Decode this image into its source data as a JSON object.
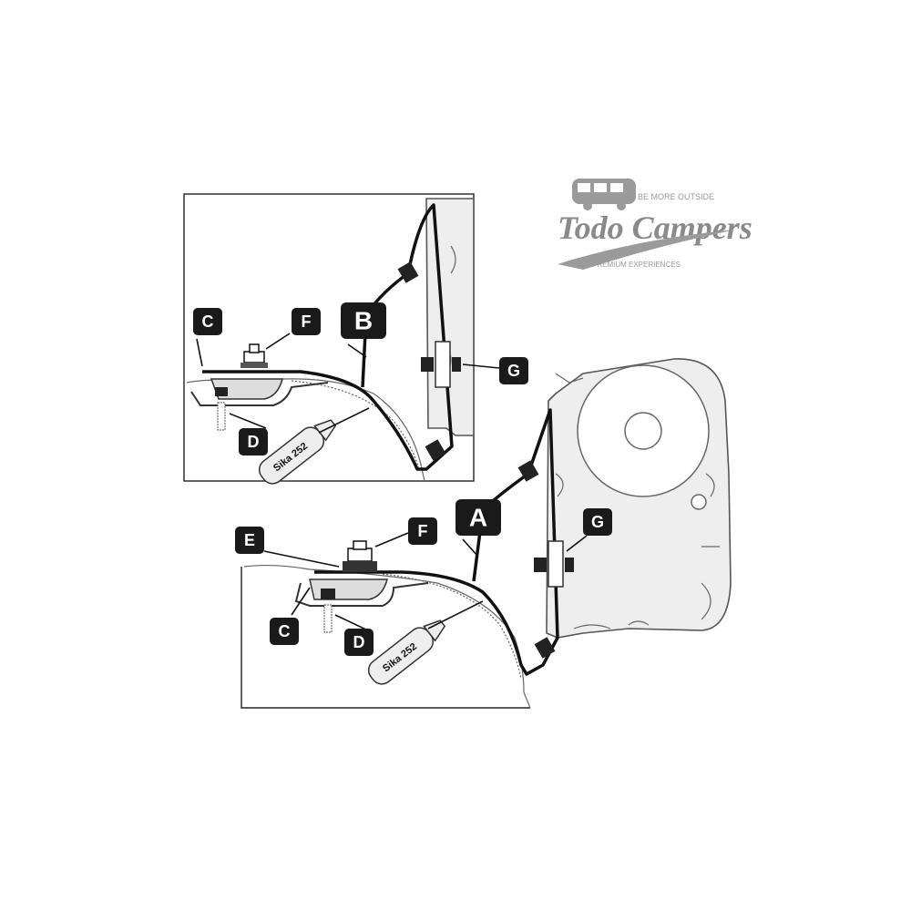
{
  "logo": {
    "brand": "Todo Campers",
    "tagline_top": "BE MORE OUTSIDE",
    "tagline_bottom": "PREMIUM EXPERIENCES"
  },
  "labels": {
    "A": "A",
    "B": "B",
    "C": "C",
    "D": "D",
    "E": "E",
    "F": "F",
    "G": "G"
  },
  "tube_text": "Sika 252",
  "colors": {
    "label_bg": "#1a1a1a",
    "label_fg": "#ffffff",
    "logo": "#8a8a8a"
  }
}
